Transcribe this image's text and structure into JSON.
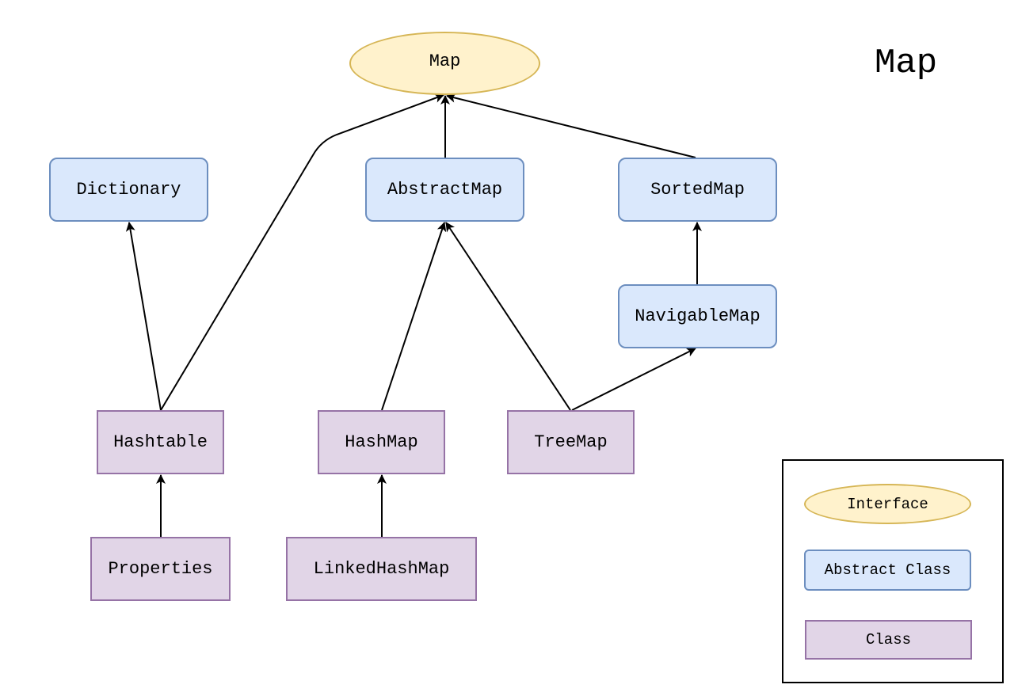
{
  "title": "Map",
  "nodes": {
    "map": "Map",
    "dictionary": "Dictionary",
    "abstract_map": "AbstractMap",
    "sorted_map": "SortedMap",
    "navigable_map": "NavigableMap",
    "hashtable": "Hashtable",
    "hash_map": "HashMap",
    "tree_map": "TreeMap",
    "properties": "Properties",
    "linked_hash_map": "LinkedHashMap"
  },
  "edges": [
    {
      "from": "Hashtable",
      "to": "Map"
    },
    {
      "from": "Hashtable",
      "to": "Dictionary"
    },
    {
      "from": "AbstractMap",
      "to": "Map"
    },
    {
      "from": "SortedMap",
      "to": "Map"
    },
    {
      "from": "NavigableMap",
      "to": "SortedMap"
    },
    {
      "from": "HashMap",
      "to": "AbstractMap"
    },
    {
      "from": "TreeMap",
      "to": "AbstractMap"
    },
    {
      "from": "TreeMap",
      "to": "NavigableMap"
    },
    {
      "from": "Properties",
      "to": "Hashtable"
    },
    {
      "from": "LinkedHashMap",
      "to": "HashMap"
    }
  ],
  "legend": {
    "interface": "Interface",
    "abstract_class": "Abstract Class",
    "class": "Class"
  },
  "colors": {
    "interface_fill": "#fff2cc",
    "interface_stroke": "#d6b656",
    "abstract_fill": "#dae8fc",
    "abstract_stroke": "#6c8ebf",
    "class_fill": "#e1d5e7",
    "class_stroke": "#9673a6"
  }
}
